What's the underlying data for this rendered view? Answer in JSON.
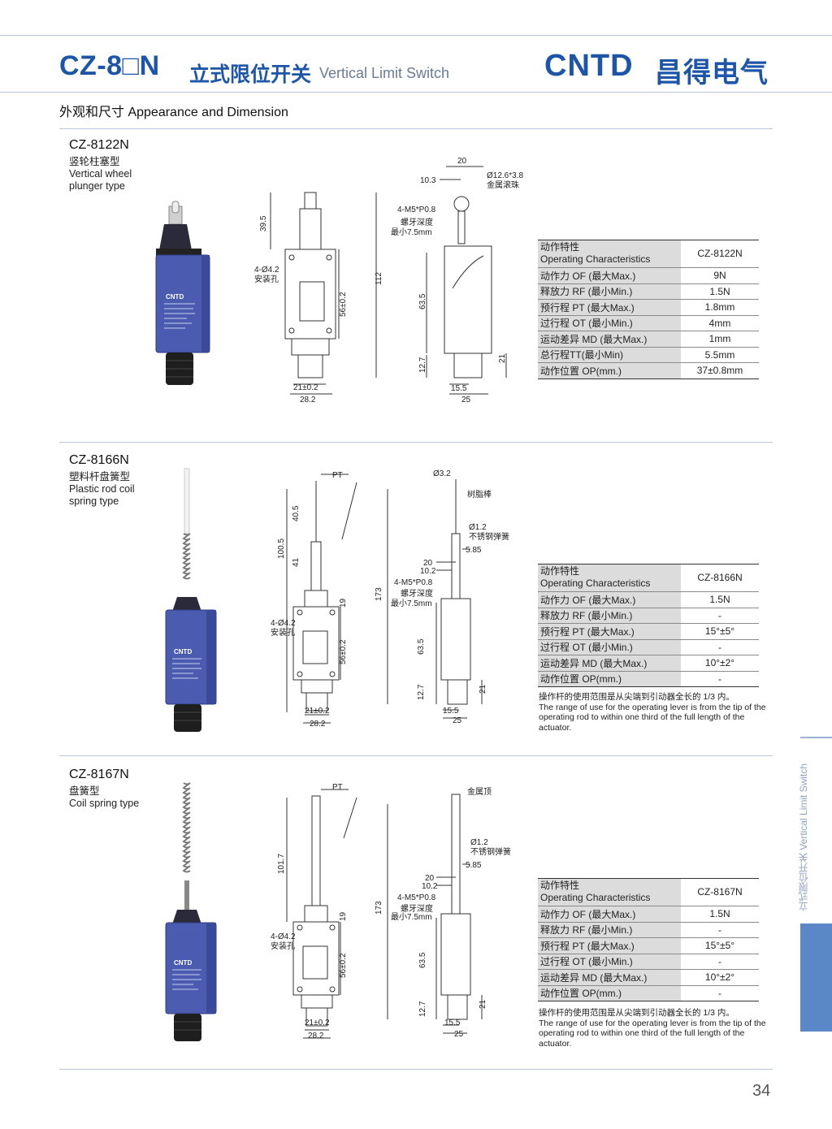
{
  "header": {
    "model_prefix": "CZ-8□N",
    "title_cn": "立式限位开关",
    "title_en": "Vertical Limit Switch",
    "brand_en": "CNTD",
    "brand_cn": "昌得电气"
  },
  "section_heading": "外观和尺寸 Appearance and Dimension",
  "colors": {
    "brand_blue": "#1d56a8",
    "switch_body": "#4a5bb0",
    "side_bar": "#5a87c8"
  },
  "products": [
    {
      "model": "CZ-8122N",
      "type_cn": "竖轮柱塞型",
      "type_en": "Vertical wheel plunger type",
      "photo_label": "CNTD",
      "dims_front": {
        "d1": "39.5",
        "hole": "4-Ø4.2",
        "hole_cn": "安装孔",
        "d2": "56±0.2",
        "d3": "21±0.2",
        "d4": "28.2"
      },
      "dims_side": {
        "w1": "20",
        "w2": "10.3",
        "roller": "Ø12.6*3.8",
        "roller_cn": "金属滚珠",
        "thread": "4-M5*P0.8",
        "thread_cn1": "螺牙深度",
        "thread_cn2": "最小7.5mm",
        "h_total": "112",
        "h_mid": "63.5",
        "h_low": "12.7",
        "h_right": "21",
        "b1": "15.5",
        "b2": "25"
      },
      "spec": {
        "head_cn": "动作特性",
        "head_en": "Operating Characteristics",
        "model": "CZ-8122N",
        "rows": [
          {
            "label": "动作力 OF (最大Max.)",
            "value": "9N"
          },
          {
            "label": "释放力 RF (最小Min.)",
            "value": "1.5N"
          },
          {
            "label": "预行程 PT (最大Max.)",
            "value": "1.8mm"
          },
          {
            "label": "过行程 OT (最小Min.)",
            "value": "4mm"
          },
          {
            "label": "运动差异 MD (最大Max.)",
            "value": "1mm"
          },
          {
            "label": "总行程TT(最小Min)",
            "value": "5.5mm"
          },
          {
            "label": "动作位置 OP(mm.)",
            "value": "37±0.8mm"
          }
        ]
      }
    },
    {
      "model": "CZ-8166N",
      "type_cn": "塑料杆盘簧型",
      "type_en": "Plastic rod coil spring type",
      "photo_label": "CNTD",
      "dims_front": {
        "pt": "PT",
        "d1": "40.5",
        "d2": "100.5",
        "d3": "41",
        "d4": "19",
        "hole": "4-Ø4.2",
        "hole_cn": "安装孔",
        "d5": "56±0.2",
        "d6": "21±0.2",
        "d7": "28.2"
      },
      "dims_side": {
        "rod": "Ø3.2",
        "rod_cn": "树脂棒",
        "spring": "Ø1.2",
        "spring_cn": "不锈钢弹簧",
        "s1": "5.85",
        "w1": "20",
        "w2": "10.2",
        "thread": "4-M5*P0.8",
        "thread_cn1": "螺牙深度",
        "thread_cn2": "最小7.5mm",
        "h_total": "173",
        "h_mid": "63.5",
        "h_low": "12.7",
        "h_right": "21",
        "b1": "15.5",
        "b2": "25"
      },
      "spec": {
        "head_cn": "动作特性",
        "head_en": "Operating Characteristics",
        "model": "CZ-8166N",
        "rows": [
          {
            "label": "动作力 OF (最大Max.)",
            "value": "1.5N"
          },
          {
            "label": "释放力 RF (最小Min.)",
            "value": "-"
          },
          {
            "label": "预行程 PT (最大Max.)",
            "value": "15°±5°"
          },
          {
            "label": "过行程 OT (最小Min.)",
            "value": "-"
          },
          {
            "label": "运动差异 MD (最大Max.)",
            "value": "10°±2°"
          },
          {
            "label": "动作位置 OP(mm.)",
            "value": "-"
          }
        ]
      },
      "note_cn": "操作杆的使用范围是从尖端到引动器全长的 1/3 内。",
      "note_en": "The range of use for the operating lever is from the tip of the operating rod to within one third of the full length of the actuator."
    },
    {
      "model": "CZ-8167N",
      "type_cn": "盘簧型",
      "type_en": "Coil spring type",
      "photo_label": "CNTD",
      "dims_front": {
        "pt": "PT",
        "d1": "101.7",
        "d4": "19",
        "hole": "4-Ø4.2",
        "hole_cn": "安装孔",
        "d5": "56±0.2",
        "d6": "21±0.2",
        "d7": "28.2"
      },
      "dims_side": {
        "tip_cn": "金属顶",
        "spring": "Ø1.2",
        "spring_cn": "不锈钢弹簧",
        "s1": "5.85",
        "w1": "20",
        "w2": "10.2",
        "thread": "4-M5*P0.8",
        "thread_cn1": "螺牙深度",
        "thread_cn2": "最小7.5mm",
        "h_total": "173",
        "h_mid": "63.5",
        "h_low": "12.7",
        "h_right": "21",
        "b1": "15.5",
        "b2": "25"
      },
      "spec": {
        "head_cn": "动作特性",
        "head_en": "Operating Characteristics",
        "model": "CZ-8167N",
        "rows": [
          {
            "label": "动作力 OF (最大Max.)",
            "value": "1.5N"
          },
          {
            "label": "释放力 RF (最小Min.)",
            "value": "-"
          },
          {
            "label": "预行程 PT (最大Max.)",
            "value": "15°±5°"
          },
          {
            "label": "过行程 OT (最小Min.)",
            "value": "-"
          },
          {
            "label": "运动差异 MD (最大Max.)",
            "value": "10°±2°"
          },
          {
            "label": "动作位置 OP(mm.)",
            "value": "-"
          }
        ]
      },
      "note_cn": "操作杆的使用范围是从尖端到引动器全长的 1/3 内。",
      "note_en": "The range of use for the operating lever is from the tip of the operating rod to within one third of the full length of the actuator."
    }
  ],
  "side_tab_text": "立式限位开关 Vertical Limit Switch",
  "page_number": "34"
}
